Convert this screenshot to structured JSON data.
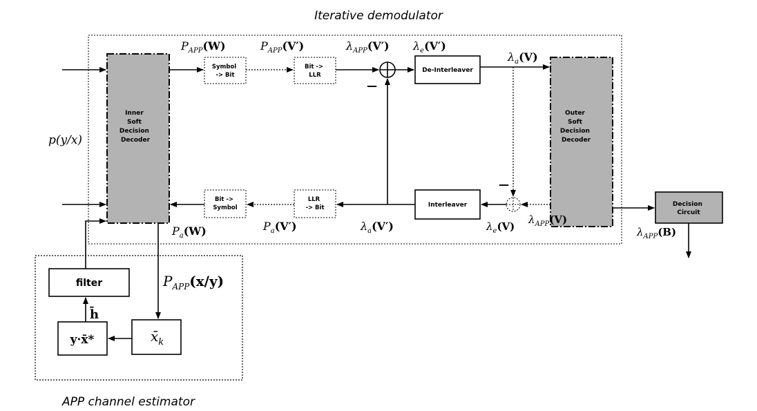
{
  "titles": {
    "iterative_demodulator": "Iterative demodulator",
    "app_channel_estimator": "APP channel estimator"
  },
  "blocks": {
    "inner_decoder": [
      "Inner",
      "Soft",
      "Decision",
      "Decoder"
    ],
    "outer_decoder": [
      "Outer",
      "Soft",
      "Decision",
      "Decoder"
    ],
    "symbol_to_bit": [
      "Symbol",
      "-> Bit"
    ],
    "bit_to_llr": [
      "Bit ->",
      "LLR"
    ],
    "deinterleaver": "De-Interleaver",
    "interleaver": "Interleaver",
    "bit_to_symbol": [
      "Bit ->",
      "Symbol"
    ],
    "llr_to_bit": [
      "LLR",
      "-> Bit"
    ],
    "decision_circuit": [
      "Decision",
      "Circuit"
    ],
    "filter": "filter",
    "xk_bar": "x̄",
    "xk_sub": "k",
    "y_xconj": "y·x̄*"
  },
  "labels": {
    "p_yx": "p(y/x)",
    "papp_w": {
      "sym": "P",
      "sub": "APP",
      "arg": "(W)"
    },
    "papp_v": {
      "sym": "P",
      "sub": "APP",
      "arg": "(V′)"
    },
    "lapp_v": {
      "sym": "λ",
      "sub": "APP",
      "arg": "(V′)"
    },
    "le_vp": {
      "sym": "λ",
      "sub": "e",
      "arg": "(V′)"
    },
    "la_v": {
      "sym": "λ",
      "sub": "a",
      "arg": "(V)"
    },
    "pa_w": {
      "sym": "P",
      "sub": "a",
      "arg": "(W)"
    },
    "pa_v": {
      "sym": "P",
      "sub": "a",
      "arg": "(V′)"
    },
    "la_vp": {
      "sym": "λ",
      "sub": "a",
      "arg": "(V′)"
    },
    "le_v": {
      "sym": "λ",
      "sub": "e",
      "arg": "(V)"
    },
    "lapp_v2": {
      "sym": "λ",
      "sub": "APP",
      "arg": "(V)"
    },
    "lapp_b": {
      "sym": "λ",
      "sub": "APP",
      "arg": "(B)"
    },
    "papp_xy": {
      "sym": "P",
      "sub": "APP",
      "arg": "(x/y)"
    },
    "h_bar": "h̄",
    "minus": "—"
  }
}
